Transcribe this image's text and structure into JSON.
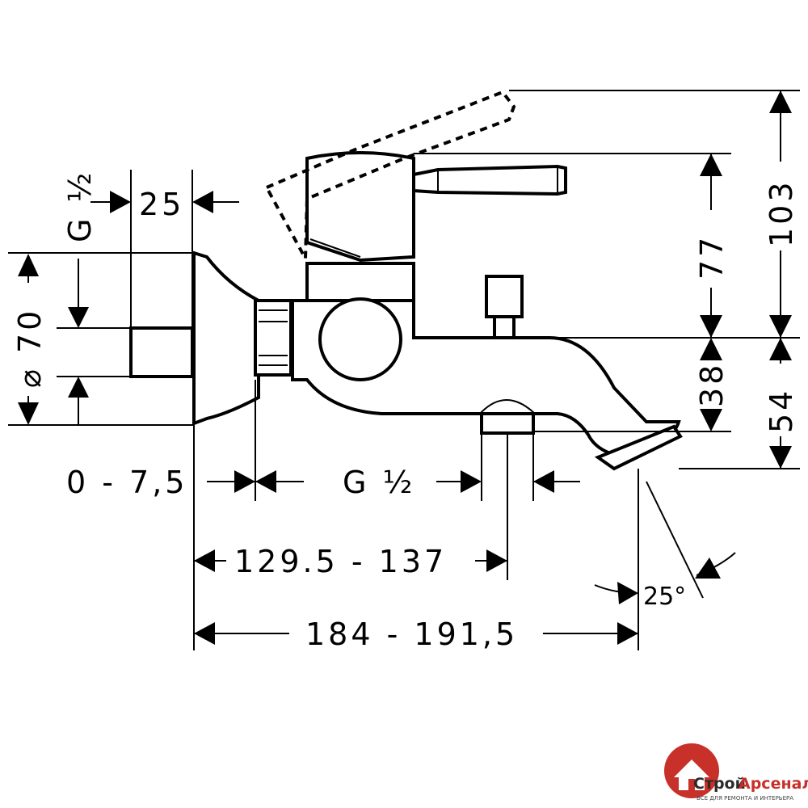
{
  "dimensions": {
    "thread_top": "G ½",
    "width_25": "25",
    "diameter_70": "⌀ 70",
    "offset": "0 - 7,5",
    "thread_bottom": "G ½",
    "length_short": "129.5 - 137",
    "length_long": "184 - 191,5",
    "angle": "25°",
    "height_77": "77",
    "height_103": "103",
    "height_38": "38",
    "height_54": "54"
  },
  "logo": {
    "name_part1": "Строй",
    "name_part2": "Арсенал",
    "tagline": "ВСЕ ДЛЯ РЕМОНТА И ИНТЕРЬЕРА",
    "accent_color": "#c8302a",
    "icon": "house-logo-icon"
  }
}
